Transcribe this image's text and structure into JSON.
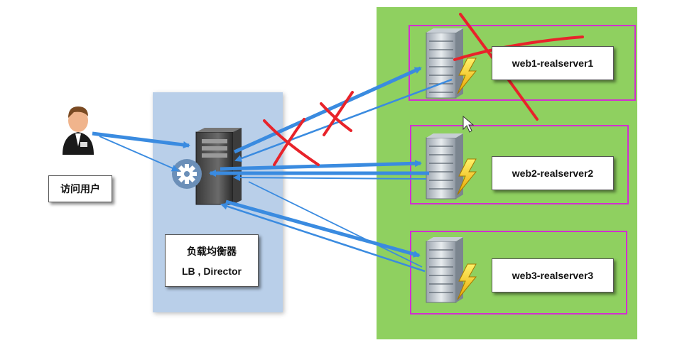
{
  "user": {
    "label": "访问用户"
  },
  "load_balancer": {
    "line1": "负载均衡器",
    "line2": "LB , Director"
  },
  "servers": [
    {
      "label": "web1-realserver1",
      "status": "crossed-out"
    },
    {
      "label": "web2-realserver2",
      "status": "active"
    },
    {
      "label": "web3-realserver3",
      "status": "active"
    }
  ],
  "colors": {
    "lb_panel": "#b9cfe9",
    "server_group_bg": "#8fd060",
    "server_box_border": "#d22fd0",
    "arrow": "#3a8be0",
    "cross": "#e8232a"
  },
  "icons": [
    "user-icon",
    "gear-icon",
    "server-tower-icon",
    "server-rack-icon",
    "lightning-icon",
    "mouse-cursor-icon"
  ]
}
